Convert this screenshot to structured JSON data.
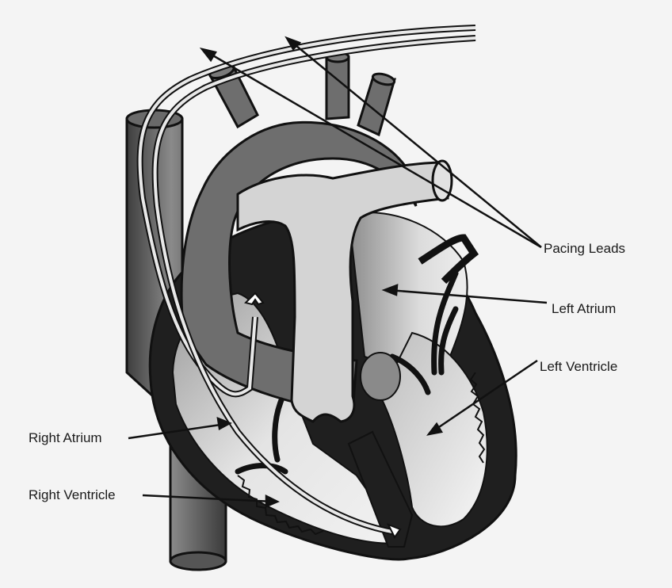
{
  "labels": {
    "pacing_leads": "Pacing Leads",
    "left_atrium": "Left Atrium",
    "left_ventricle": "Left Ventricle",
    "right_atrium": "Right Atrium",
    "right_ventricle": "Right Ventricle"
  },
  "colors": {
    "background": "#f4f4f4",
    "outline": "#111111",
    "myocardium": "#1f1f1f",
    "aorta": "#6e6e6e",
    "pulmonary_artery": "#d4d4d4",
    "chamber_light": "#e6e6e6",
    "vena_cava": "#5a5a5a"
  }
}
